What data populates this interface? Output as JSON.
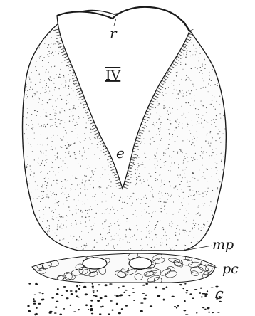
{
  "figure": {
    "labels": {
      "r": "r",
      "ventricle": "IV",
      "e": "e",
      "mp": "mp",
      "pc": "pc",
      "c": "c"
    },
    "colors": {
      "ink": "#1a1a1a",
      "paper": "#ffffff",
      "stipple": "#555555"
    }
  }
}
